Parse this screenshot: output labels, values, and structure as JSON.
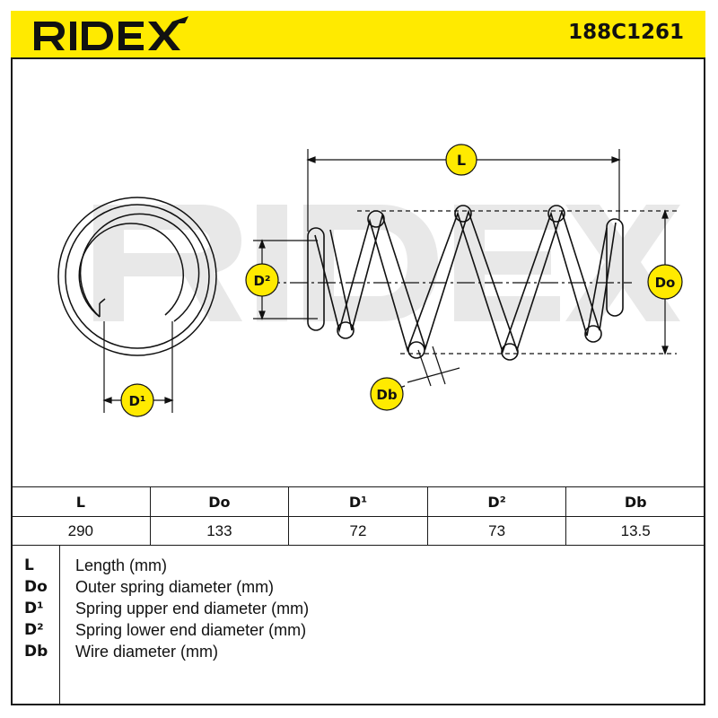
{
  "header": {
    "brand": "RIDEX",
    "part_number": "188C1261",
    "background_color": "#ffea00"
  },
  "drawing": {
    "labels": {
      "length": "L",
      "outer_diameter": "Do",
      "upper_end_diameter": "D¹",
      "lower_end_diameter": "D²",
      "wire_diameter": "Db"
    },
    "watermark": "RIDEX",
    "label_badge_color": "#ffea00"
  },
  "dimensions": {
    "columns": [
      "L",
      "Do",
      "D¹",
      "D²",
      "Db"
    ],
    "values": [
      "290",
      "133",
      "72",
      "73",
      "13.5"
    ]
  },
  "legend": {
    "items": [
      {
        "key": "L",
        "desc": "Length (mm)"
      },
      {
        "key": "Do",
        "desc": "Outer spring diameter (mm)"
      },
      {
        "key": "D¹",
        "desc": "Spring upper end diameter (mm)"
      },
      {
        "key": "D²",
        "desc": "Spring lower end diameter (mm)"
      },
      {
        "key": "Db",
        "desc": "Wire diameter (mm)"
      }
    ]
  }
}
